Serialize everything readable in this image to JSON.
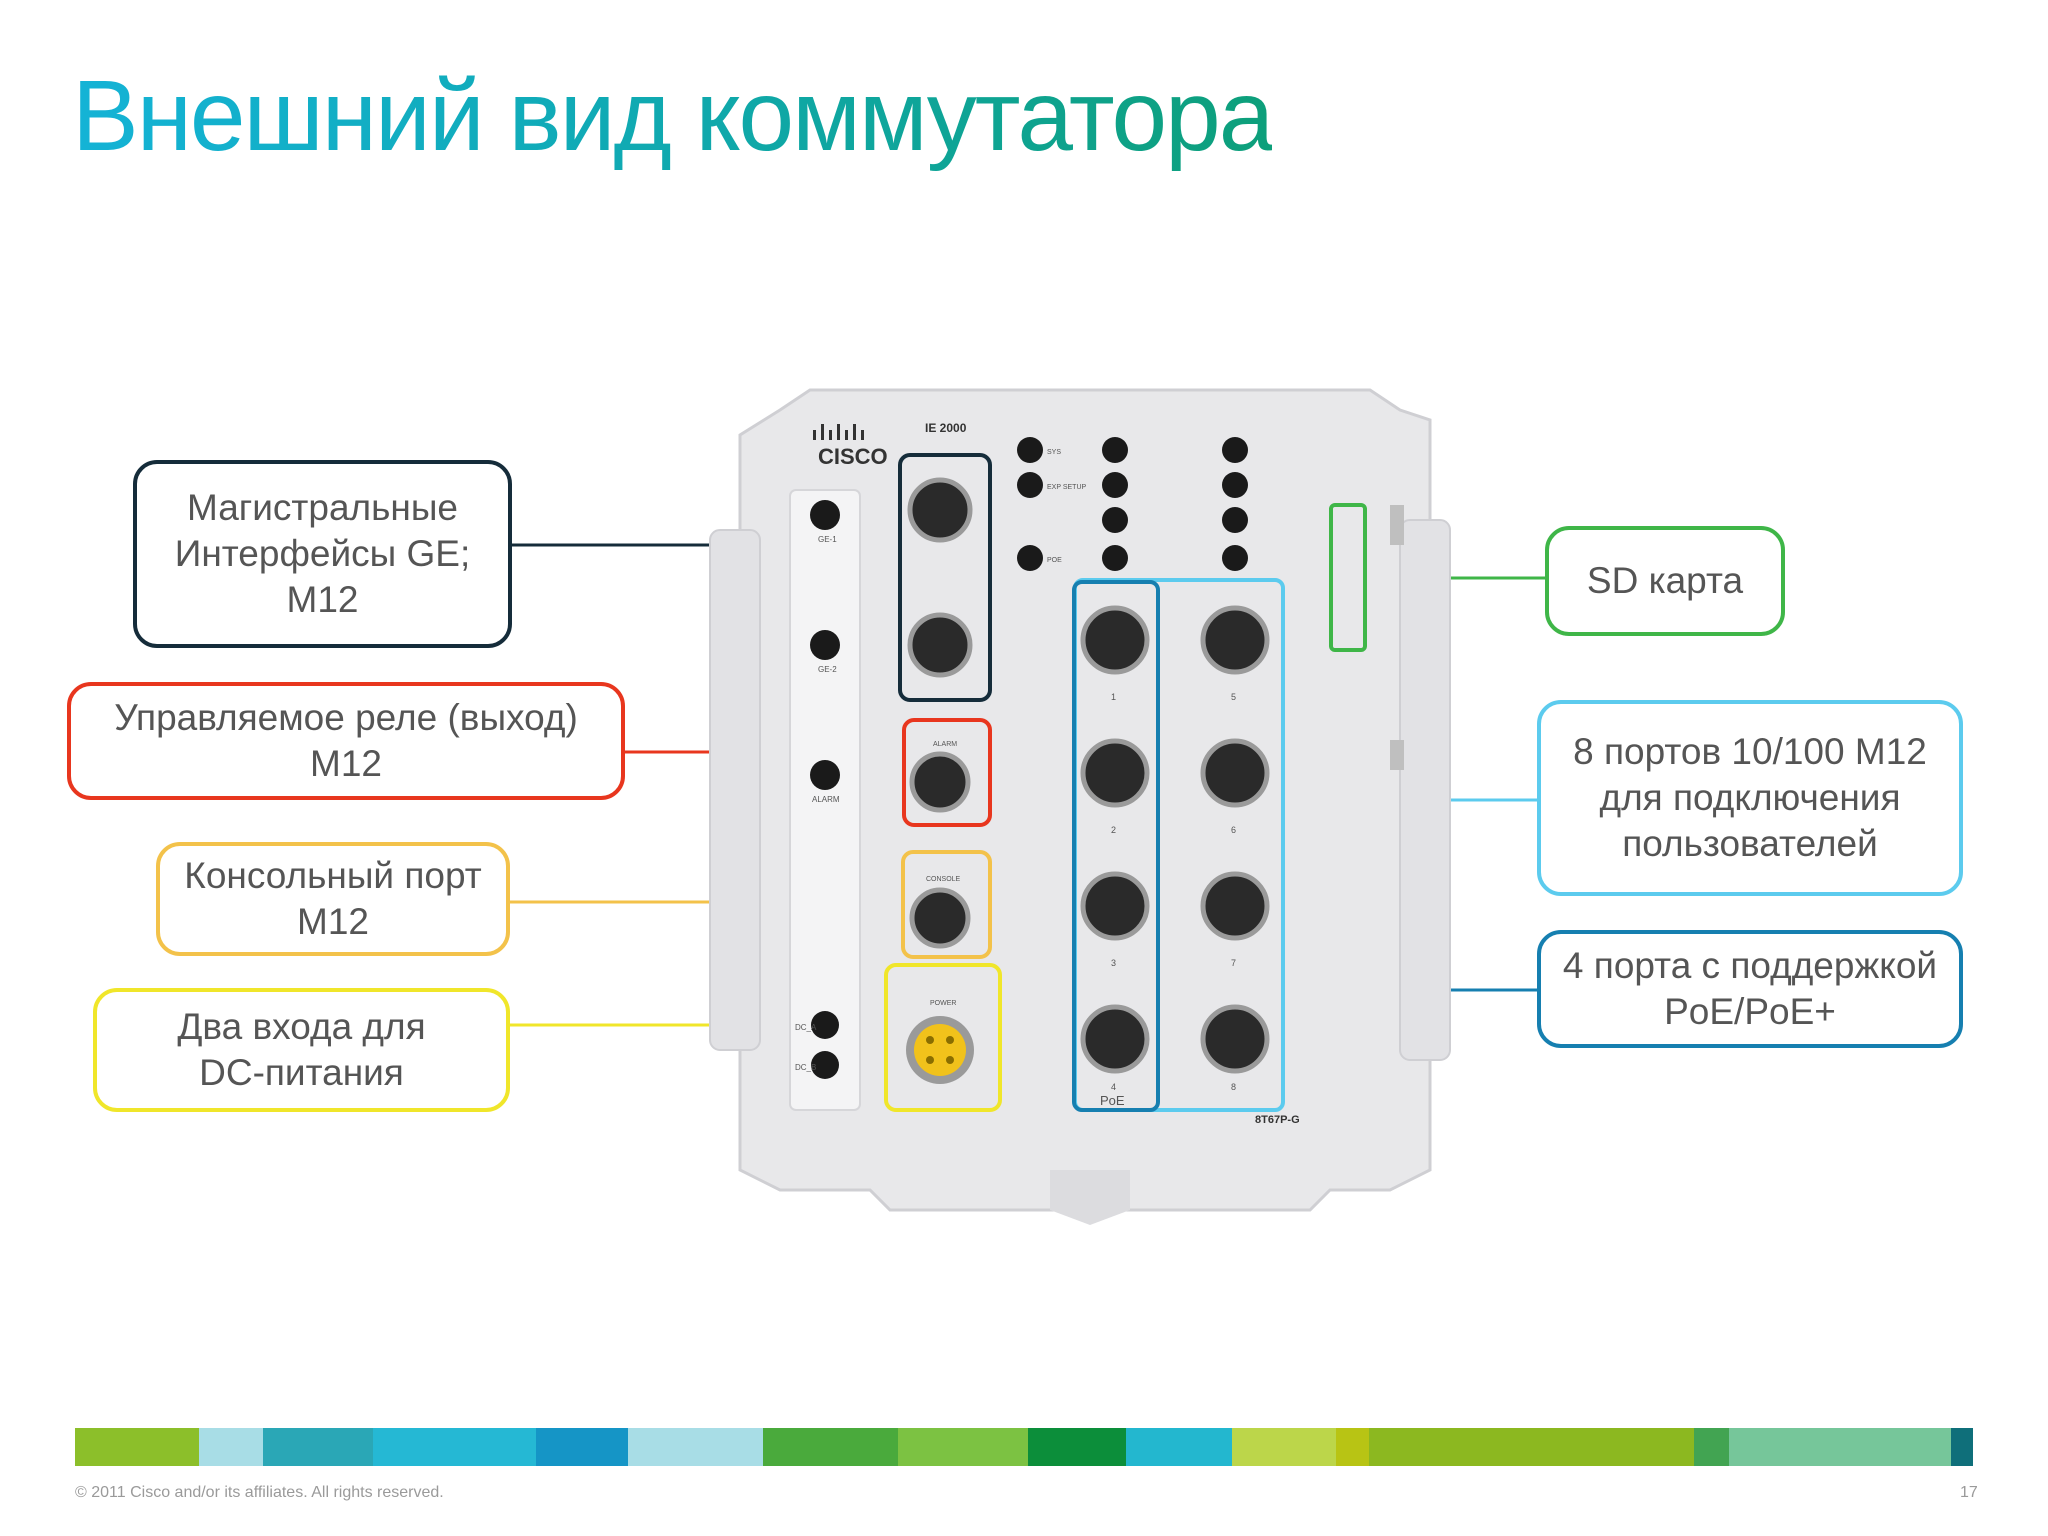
{
  "slide": {
    "title": "Внешний вид коммутатора",
    "copyright": "© 2011 Cisco and/or its affiliates. All rights reserved.",
    "page_number": "17"
  },
  "device": {
    "brand": "CISCO",
    "model": "IE 2000",
    "sku": "8T67P-G",
    "labels": {
      "ge1": "GE-1",
      "ge2": "GE-2",
      "alarm": "ALARM",
      "console": "CONSOLE",
      "power": "POWER",
      "dca": "DC_A",
      "dcb": "DC_B",
      "sys": "SYS",
      "exp_setup": "EXP SETUP",
      "poe": "POE",
      "poe_bottom": "PoE",
      "p1": "1",
      "p2": "2",
      "p3": "3",
      "p4": "4",
      "p5": "5",
      "p6": "6",
      "p7": "7",
      "p8": "8"
    }
  },
  "callouts": {
    "ge": "Магистральные\nИнтерфейсы GE;\nM12",
    "relay": "Управляемое реле (выход)\nM12",
    "console": "Консольный порт\nM12",
    "dc": "Два входа для\nDC-питания",
    "sd": "SD карта",
    "ports": "8 портов 10/100 M12\nдля подключения\nпользователей",
    "poe": "4 порта с поддержкой\nPoE/PoE+"
  },
  "colors": {
    "ge": "#152c3a",
    "relay": "#e8361e",
    "console": "#f3c24a",
    "dc": "#f0e62a",
    "sd": "#3fb648",
    "ports": "#5ccbee",
    "poe": "#167fb0"
  },
  "footer_colors": [
    "#8cbf2a",
    "#a8dde6",
    "#2aa7b6",
    "#25b8d4",
    "#1595c6",
    "#a8dde6",
    "#4aaa3c",
    "#7cc242",
    "#0c8e3a",
    "#23b7cf",
    "#bcd64a",
    "#b8c414",
    "#8cb820",
    "#42a452",
    "#76c69a",
    "#0f6f7a"
  ]
}
